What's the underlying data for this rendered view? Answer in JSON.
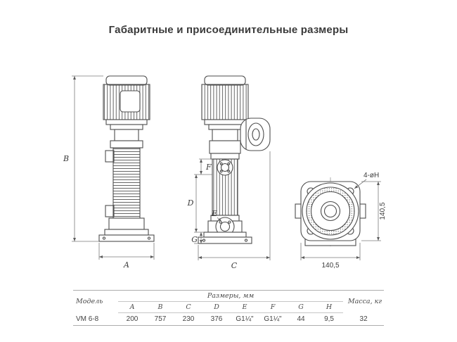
{
  "title": "Габаритные и присоединительные размеры",
  "dims": {
    "B": "B",
    "A": "A",
    "C": "C",
    "D": "D",
    "E": "E",
    "F": "F",
    "G": "G",
    "holes": "4-øH",
    "side": "140,5",
    "bottom": "140,5"
  },
  "table": {
    "model_header": "Модель",
    "sizes_header": "Размеры, мм",
    "mass_header": "Масса, кг",
    "size_cols": [
      "A",
      "B",
      "C",
      "D",
      "E",
      "F",
      "G",
      "H"
    ],
    "row": {
      "model": "VM 6-8",
      "A": "200",
      "B": "757",
      "C": "230",
      "D": "376",
      "E": "G1¼\"",
      "F": "G1¼\"",
      "G": "44",
      "H": "9,5",
      "mass": "32"
    }
  }
}
